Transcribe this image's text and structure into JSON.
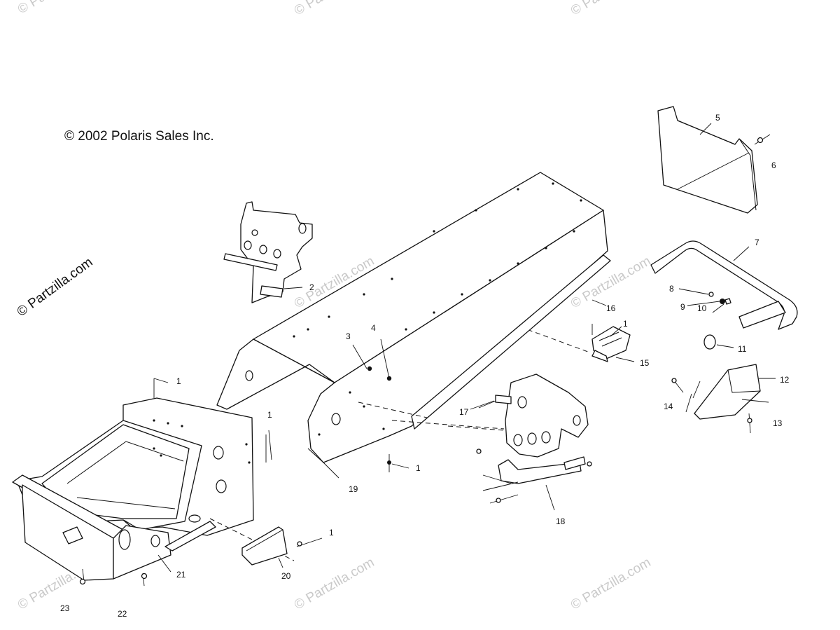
{
  "copyright": "© 2002 Polaris Sales Inc.",
  "watermark": {
    "main": "© Partzilla.com",
    "faint": "© Partzilla.com"
  },
  "callouts": {
    "c1a": "1",
    "c1b": "1",
    "c1c": "1",
    "c1d": "1",
    "c1e": "1",
    "c2": "2",
    "c3": "3",
    "c4": "4",
    "c5": "5",
    "c6": "6",
    "c7": "7",
    "c8": "8",
    "c9": "9",
    "c10": "10",
    "c11": "11",
    "c12": "12",
    "c13": "13",
    "c14": "14",
    "c15": "15",
    "c16": "16",
    "c17": "17",
    "c18": "18",
    "c19": "19",
    "c20": "20",
    "c21": "21",
    "c22": "22",
    "c23": "23"
  }
}
